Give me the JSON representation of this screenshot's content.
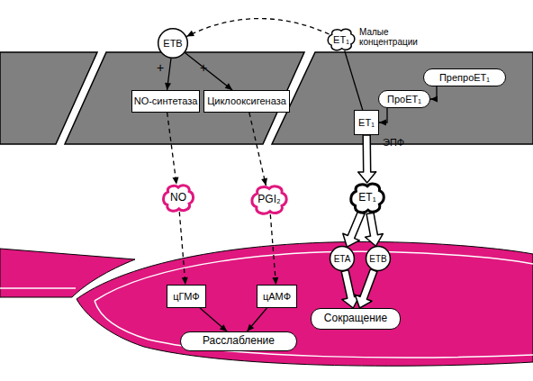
{
  "diagram": {
    "nodes": [
      {
        "text": [
          "ETB"
        ]
      },
      {
        "text": [
          "ET₁"
        ]
      },
      {
        "text": [
          "NO-синтетаза"
        ]
      },
      {
        "text": [
          "Циклооксигеназа"
        ]
      },
      {
        "text": [
          "ПрепроET₁"
        ]
      },
      {
        "text": [
          "ПроET₁"
        ]
      },
      {
        "text": [
          "ET₁"
        ]
      },
      {
        "text": [
          "NO"
        ]
      },
      {
        "text": [
          "PGI₂"
        ]
      },
      {
        "text": [
          "ET₁"
        ]
      },
      {
        "text": [
          "ETA"
        ]
      },
      {
        "text": [
          "ETB"
        ]
      },
      {
        "text": [
          "цГМФ"
        ]
      },
      {
        "text": [
          "цАМФ"
        ]
      },
      {
        "text": [
          "Сокращение"
        ]
      },
      {
        "text": [
          "Расслабление"
        ]
      }
    ],
    "edges": [
      {
        "from": 1,
        "to": 0,
        "arrow": "to"
      },
      {
        "from": 0,
        "to": 2,
        "arrow": "to"
      },
      {
        "from": 0,
        "to": 3,
        "arrow": "to"
      },
      {
        "from": 2,
        "to": 7,
        "arrow": "to"
      },
      {
        "from": 3,
        "to": 8,
        "arrow": "to"
      },
      {
        "from": 7,
        "to": 12,
        "arrow": "to"
      },
      {
        "from": 8,
        "to": 13,
        "arrow": "to"
      },
      {
        "from": 12,
        "to": 15,
        "arrow": "to"
      },
      {
        "from": 13,
        "to": 15,
        "arrow": "to"
      },
      {
        "from": 4,
        "to": 5,
        "arrow": "to"
      },
      {
        "from": 5,
        "to": 6,
        "label": "ЭПФ",
        "arrow": "to"
      },
      {
        "from": 6,
        "to": 1,
        "arrow": "none"
      },
      {
        "from": 6,
        "to": 9,
        "arrow": "to"
      },
      {
        "from": 9,
        "to": 10,
        "arrow": "to"
      },
      {
        "from": 9,
        "to": 11,
        "arrow": "to"
      },
      {
        "from": 10,
        "to": 14,
        "arrow": "to"
      },
      {
        "from": 11,
        "to": 14,
        "arrow": "to"
      }
    ],
    "labels": [
      "Малые концентрации",
      "+",
      "+"
    ]
  }
}
